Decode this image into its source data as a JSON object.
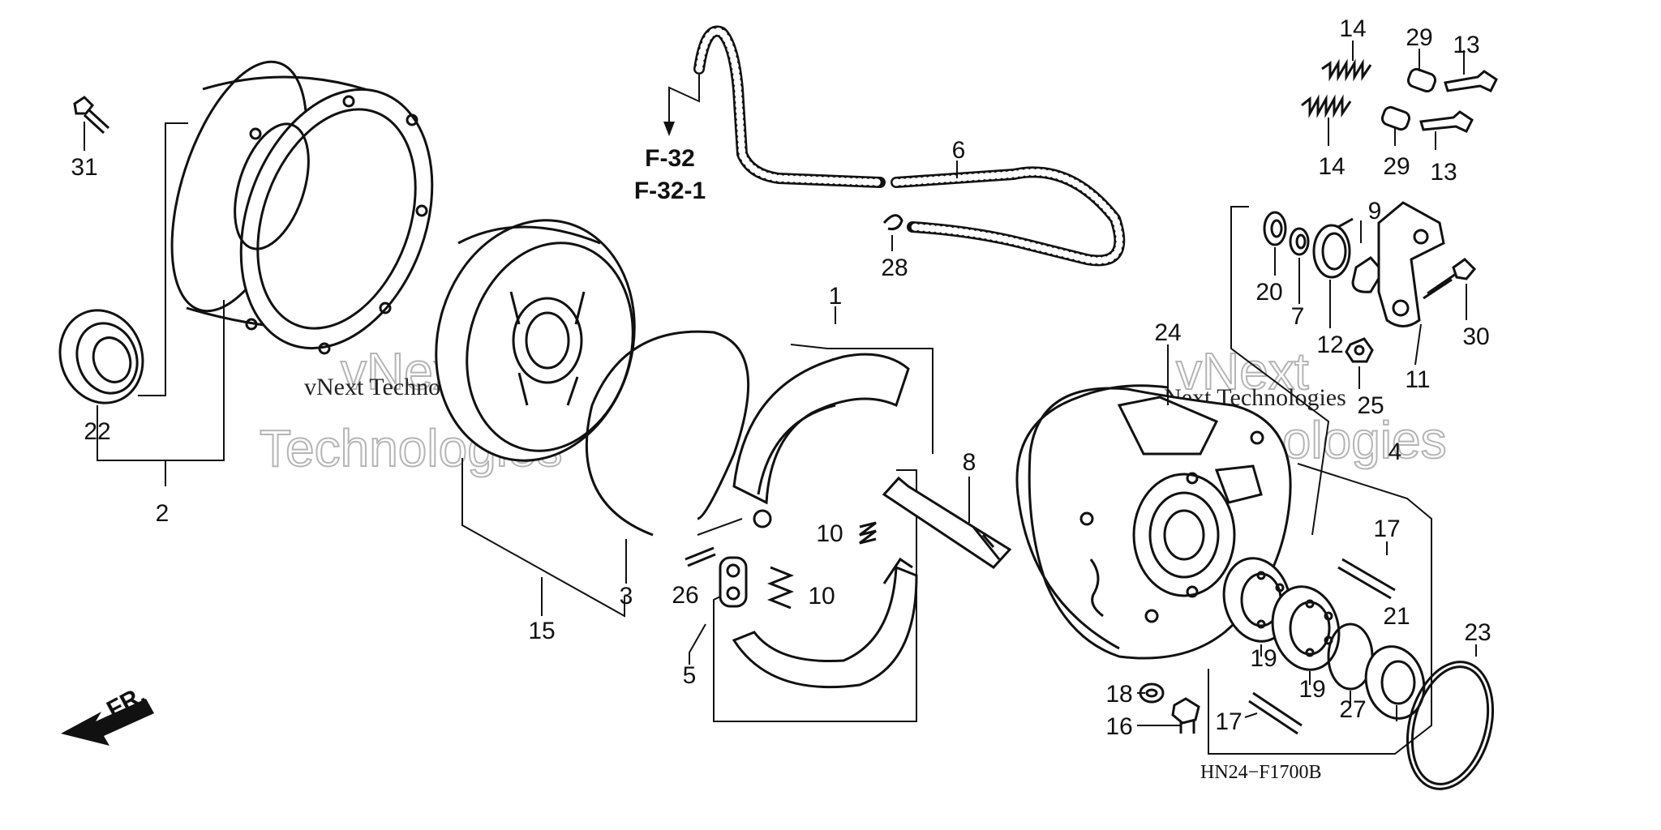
{
  "labels": {
    "p31": "31",
    "p2": "2",
    "p22": "22",
    "p15": "15",
    "p3": "3",
    "p1": "1",
    "p26": "26",
    "p5": "5",
    "p10a": "10",
    "p10b": "10",
    "p8": "8",
    "p6": "6",
    "p28": "28",
    "p24": "24",
    "p14a": "14",
    "p29a": "29",
    "p13a": "13",
    "p14b": "14",
    "p29b": "29",
    "p13b": "13",
    "p20": "20",
    "p7": "7",
    "p12": "12",
    "p9": "9",
    "p11": "11",
    "p30": "30",
    "p25": "25",
    "p4": "4",
    "p17a": "17",
    "p21": "21",
    "p23": "23",
    "p19a": "19",
    "p19b": "19",
    "p27": "27",
    "p18": "18",
    "p16": "16",
    "p17b": "17"
  },
  "refs": {
    "f32": "F-32",
    "f321": "F-32-1"
  },
  "direction": "FR.",
  "diagram_code": "HN24−F1700B",
  "watermark": {
    "text1": "vNext Technologies",
    "text2a": "vNext",
    "text2b": "Technologies"
  }
}
